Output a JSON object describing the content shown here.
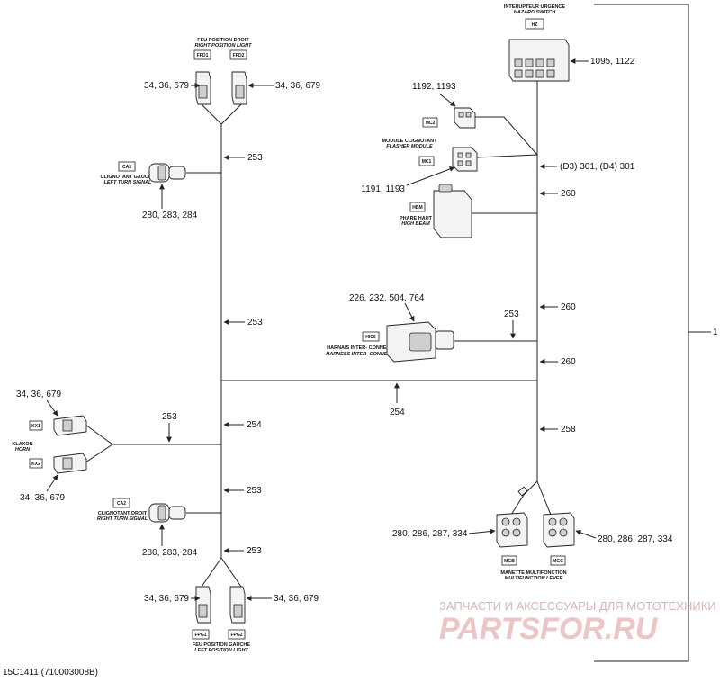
{
  "footer_code": "15C1411 (710003008B)",
  "ref_main": "1",
  "watermark": {
    "top": "ЗАПЧАСТИ И АКСЕССУАРЫ ДЛЯ МОТОТЕХНИКИ",
    "main": "PARTSFOR.RU"
  },
  "components": {
    "right_position_light": {
      "fr": "FEU POSITION DROIT",
      "en": "RIGHT POSITION LIGHT",
      "tag1": "FPD1",
      "tag2": "FPD2",
      "ref_left": "34, 36, 679",
      "ref_right": "34, 36, 679"
    },
    "left_turn_signal": {
      "fr": "CLIGNOTANT GAUCHE",
      "en": "LEFT TURN SIGNAL",
      "tag": "CA3",
      "ref": "280, 283, 284"
    },
    "hazard_switch": {
      "fr": "INTERUPTEUR URGENCE",
      "en": "HAZARD SWITCH",
      "tag": "HZ",
      "ref": "1095, 1122"
    },
    "flasher_module": {
      "fr": "MODULE CLIGNOTANT",
      "en": "FLASHER MODULE",
      "tag_top": "MC2",
      "tag_bottom": "MC1",
      "ref_top": "1192, 1193",
      "ref_bottom": "1191, 1193"
    },
    "high_beam": {
      "fr": "PHARE HAUT",
      "en": "HIGH BEAM",
      "tag": "HBM"
    },
    "harness_connect": {
      "fr": "HARNAIS INTER- CONNECT",
      "en": "HARNESS INTER- CONNECT",
      "tag": "HIC6",
      "ref": "226, 232, 504, 764"
    },
    "horn": {
      "fr": "KLAXON",
      "en": "HORN",
      "tag1": "KX1",
      "tag2": "KX2",
      "ref_top": "34, 36, 679",
      "ref_bottom": "34, 36, 679"
    },
    "right_turn_signal": {
      "fr": "CLIGNOTANT DROIT",
      "en": "RIGHT TURN SIGNAL",
      "tag": "CA2",
      "ref": "280, 283, 284"
    },
    "left_position_light": {
      "fr": "FEU POSITION GAUCHE",
      "en": "LEFT POSITION LIGHT",
      "tag1": "FPG1",
      "tag2": "FPG2",
      "ref_left": "34, 36, 679",
      "ref_right": "34, 36, 679"
    },
    "multifunction_lever": {
      "fr": "MANETTE MULTIFONCTION",
      "en": "MULTIFUNCTION LEVER",
      "tag1": "MGB",
      "tag2": "MGC",
      "ref_left": "280, 286, 287, 334",
      "ref_right": "280, 286, 287, 334"
    }
  },
  "wire_refs": {
    "w253_top": "253",
    "w253_mid": "253",
    "w253_horn": "253",
    "w253_harness": "253",
    "w253_low1": "253",
    "w253_low2": "253",
    "w254_left": "254",
    "w254_horizontal": "254",
    "w260_a": "260",
    "w260_b": "260",
    "w260_c": "260",
    "w258": "258",
    "w301": "(D3) 301, (D4) 301"
  }
}
